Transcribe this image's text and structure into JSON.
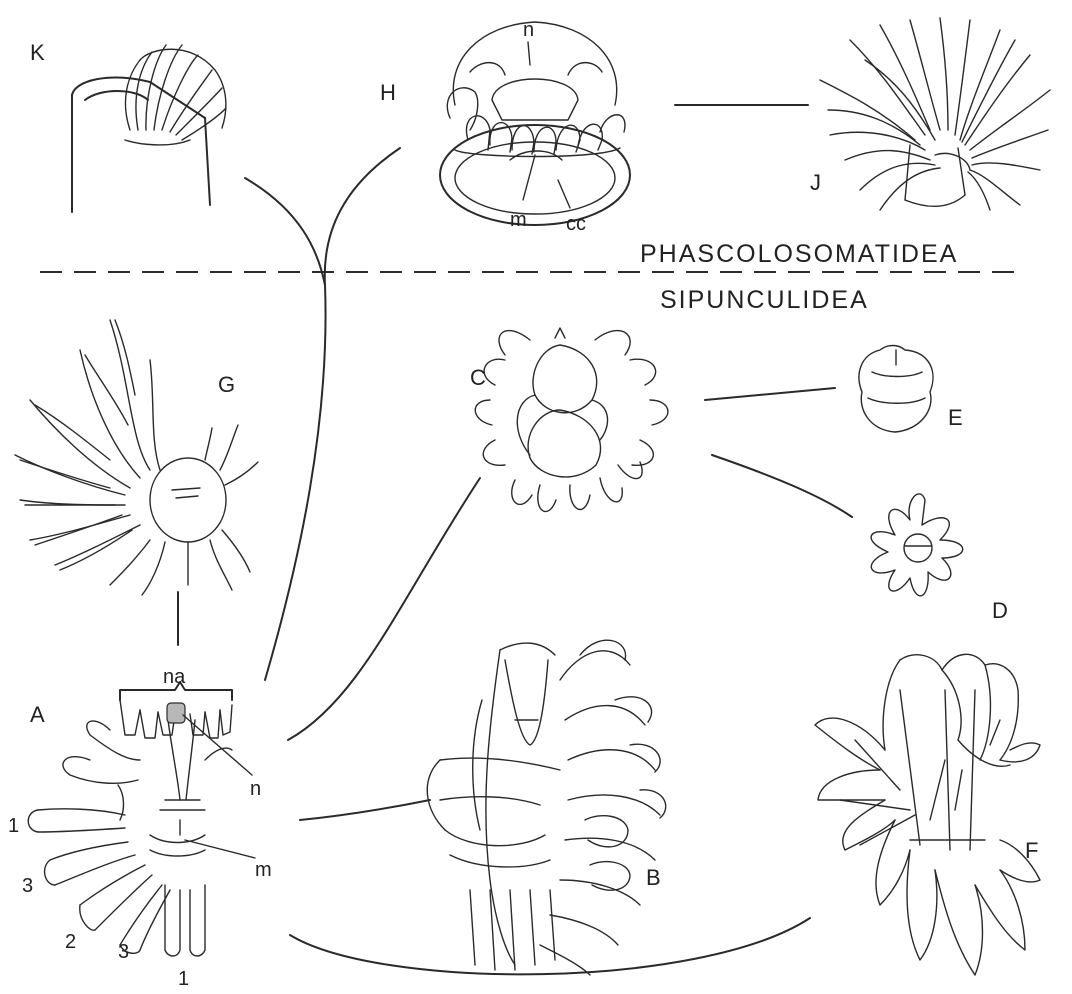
{
  "groups": {
    "upper": "PHASCOLOSOMATIDEA",
    "lower": "SIPUNCULIDEA"
  },
  "panels": [
    "A",
    "B",
    "C",
    "D",
    "E",
    "F",
    "G",
    "H",
    "J",
    "K"
  ],
  "annotations": {
    "na": "na",
    "n_A": "n",
    "m_A": "m",
    "n_H": "n",
    "m_H": "m",
    "cc": "cc"
  },
  "tentacle_numbers": [
    "1",
    "3",
    "2",
    "3",
    "1"
  ],
  "colors": {
    "ink": "#2a2a2a",
    "nuchal_fill": "#b8b8b8"
  }
}
